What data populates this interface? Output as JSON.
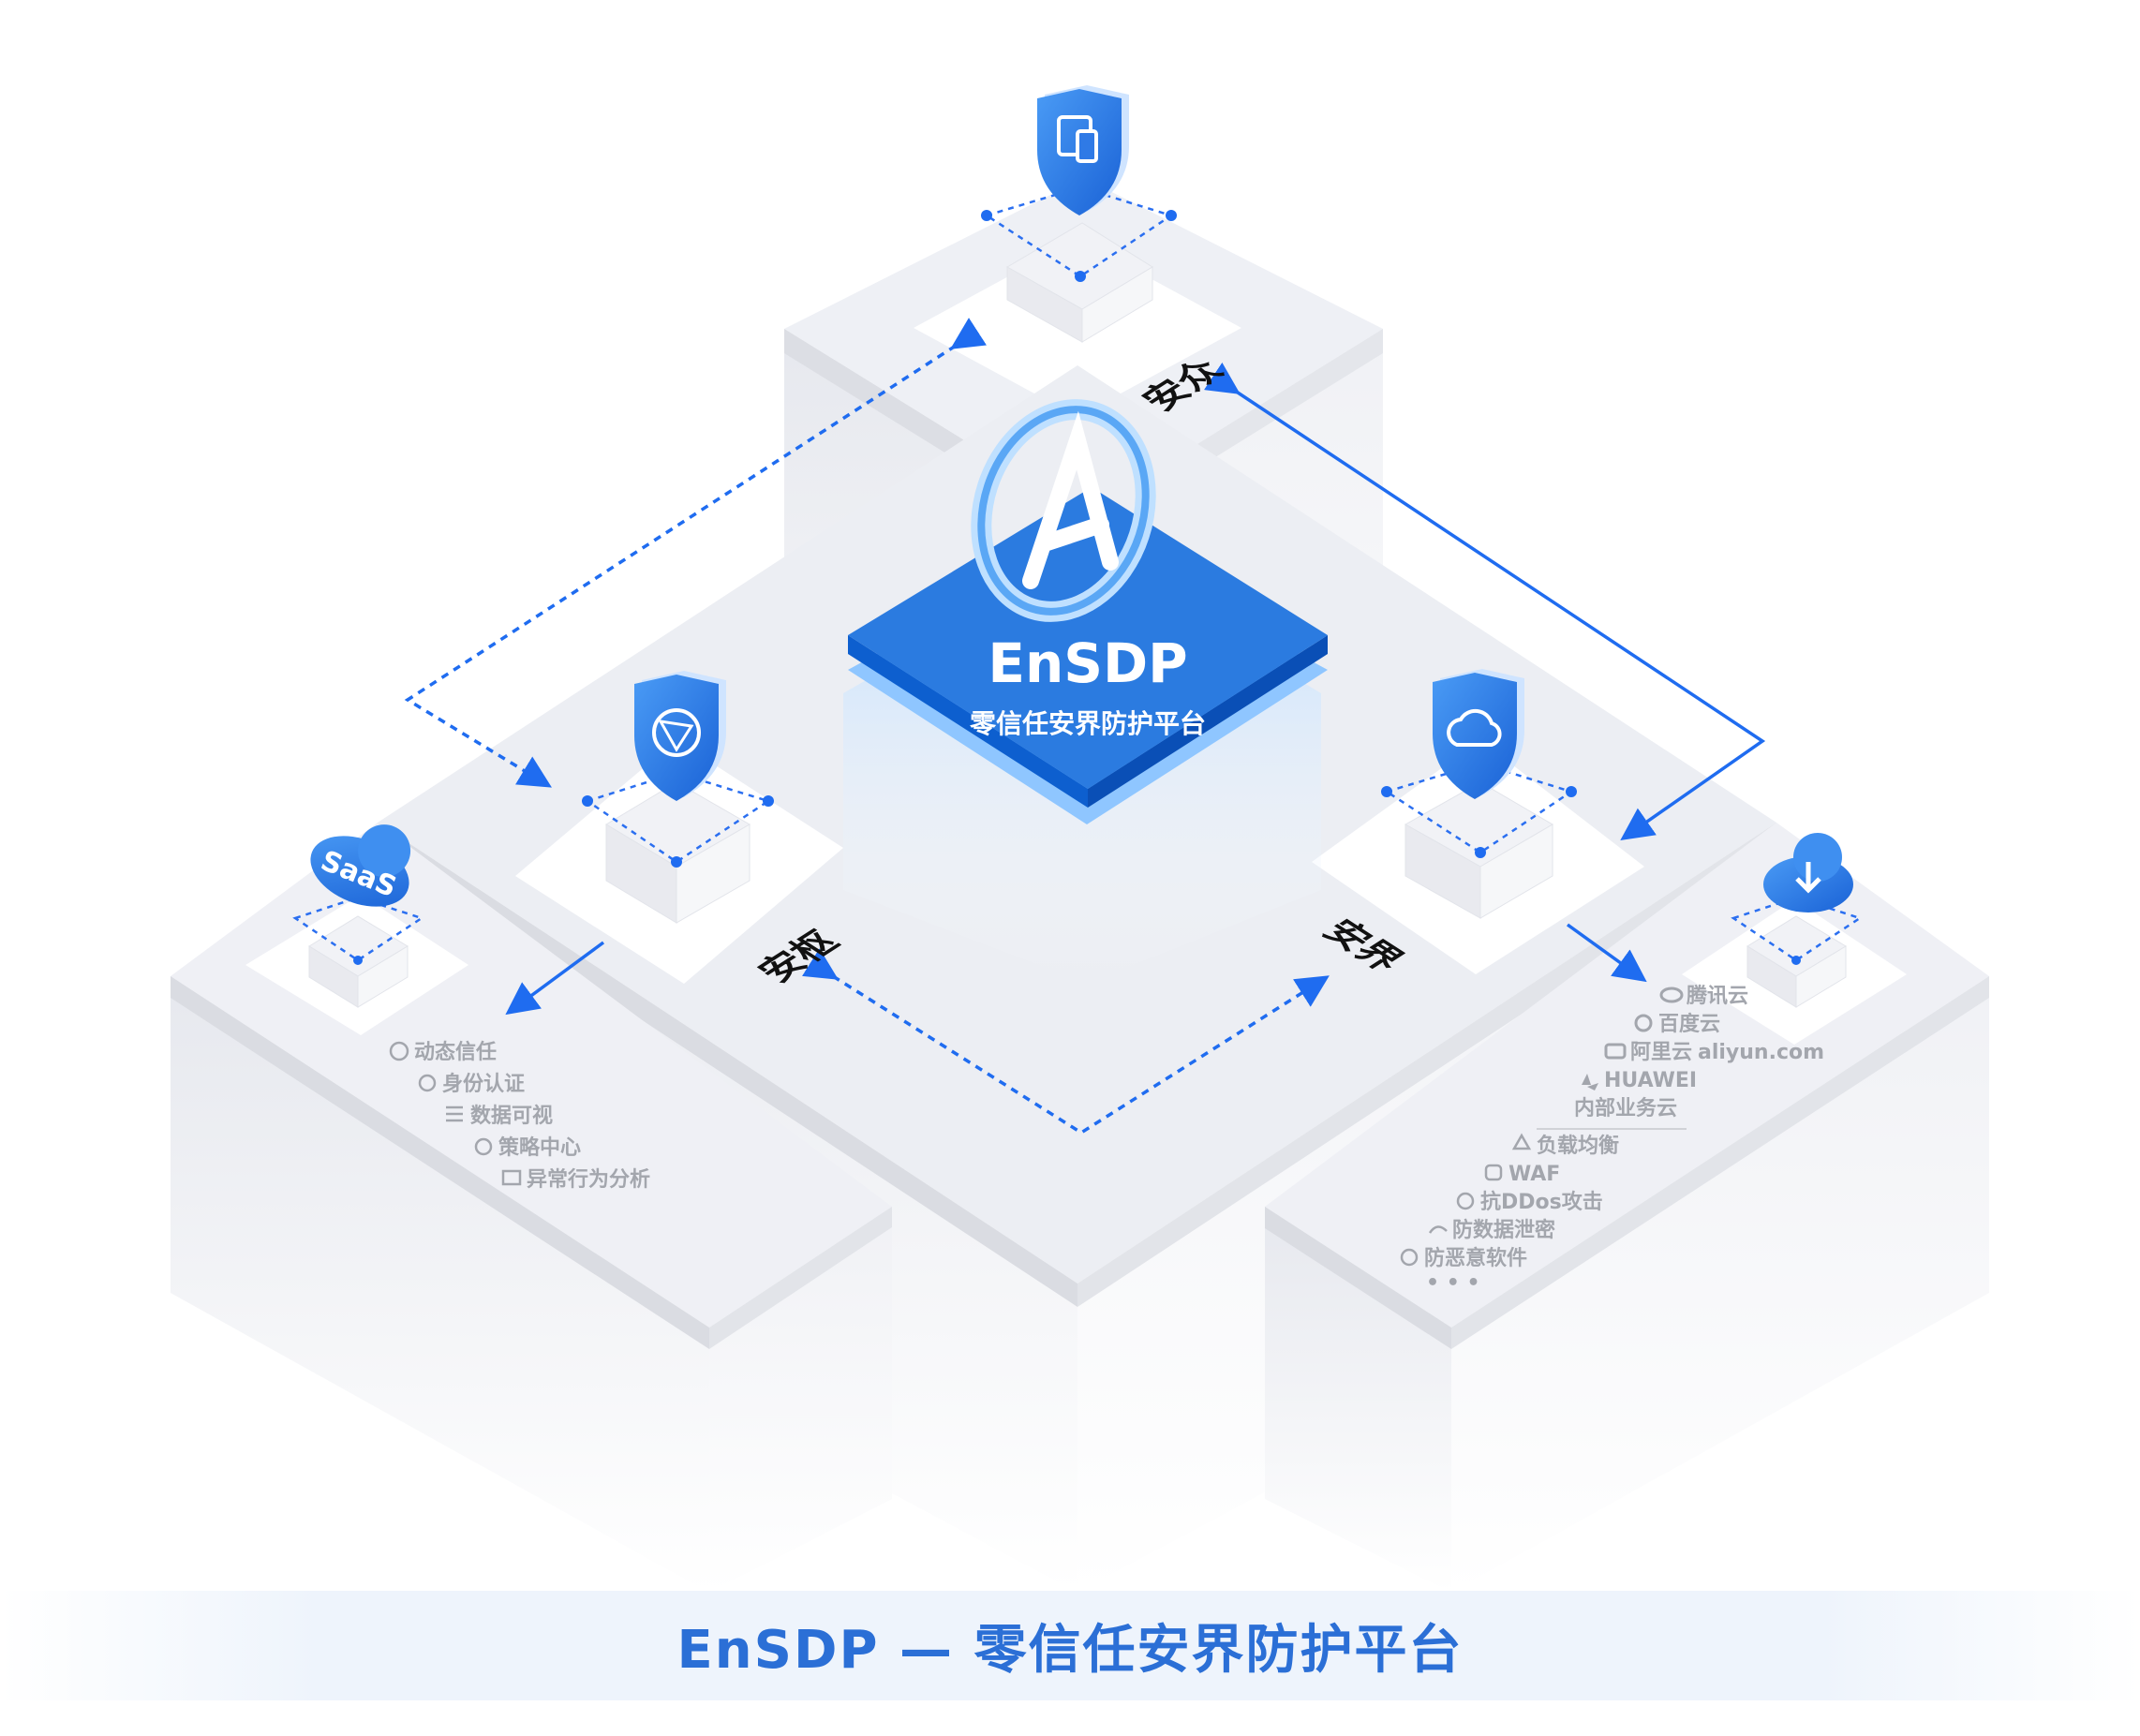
{
  "product": {
    "name": "EnSDP",
    "subtitle": "零信任安界防护平台",
    "caption": "EnSDP — 零信任安界防护平台"
  },
  "zones": {
    "top": "安众",
    "left": "安枢",
    "right": "安界"
  },
  "left_list": {
    "items": [
      {
        "icon": "refresh-circle-icon",
        "label": "动态信任"
      },
      {
        "icon": "user-check-icon",
        "label": "身份认证"
      },
      {
        "icon": "list-lines-icon",
        "label": "数据可视"
      },
      {
        "icon": "lightbulb-icon",
        "label": "策略中心"
      },
      {
        "icon": "graph-analysis-icon",
        "label": "异常行为分析"
      }
    ]
  },
  "right_list": {
    "clouds": [
      {
        "icon": "tencent-cloud-icon",
        "label": "腾讯云"
      },
      {
        "icon": "baidu-cloud-icon",
        "label": "百度云"
      },
      {
        "icon": "aliyun-icon",
        "label": "阿里云",
        "sublabel": "aliyun.com"
      },
      {
        "icon": "huawei-icon",
        "label": "HUAWEI"
      },
      {
        "icon": "",
        "label": "内部业务云"
      }
    ],
    "services": [
      {
        "icon": "load-balance-icon",
        "label": "负载均衡"
      },
      {
        "icon": "waf-shield-icon",
        "label": "WAF"
      },
      {
        "icon": "ddos-icon",
        "label": "抗DDos攻击"
      },
      {
        "icon": "leak-icon",
        "label": "防数据泄密"
      },
      {
        "icon": "malware-icon",
        "label": "防恶意软件"
      }
    ],
    "more": "• • •"
  },
  "badges": {
    "saas": "SaaS"
  },
  "colors": {
    "accent": "#2b7be0",
    "accent_dark": "#0b5ad0",
    "face": "#eef0f5",
    "text_gray": "#a3a6ad",
    "caption": "#2b6fd6"
  }
}
